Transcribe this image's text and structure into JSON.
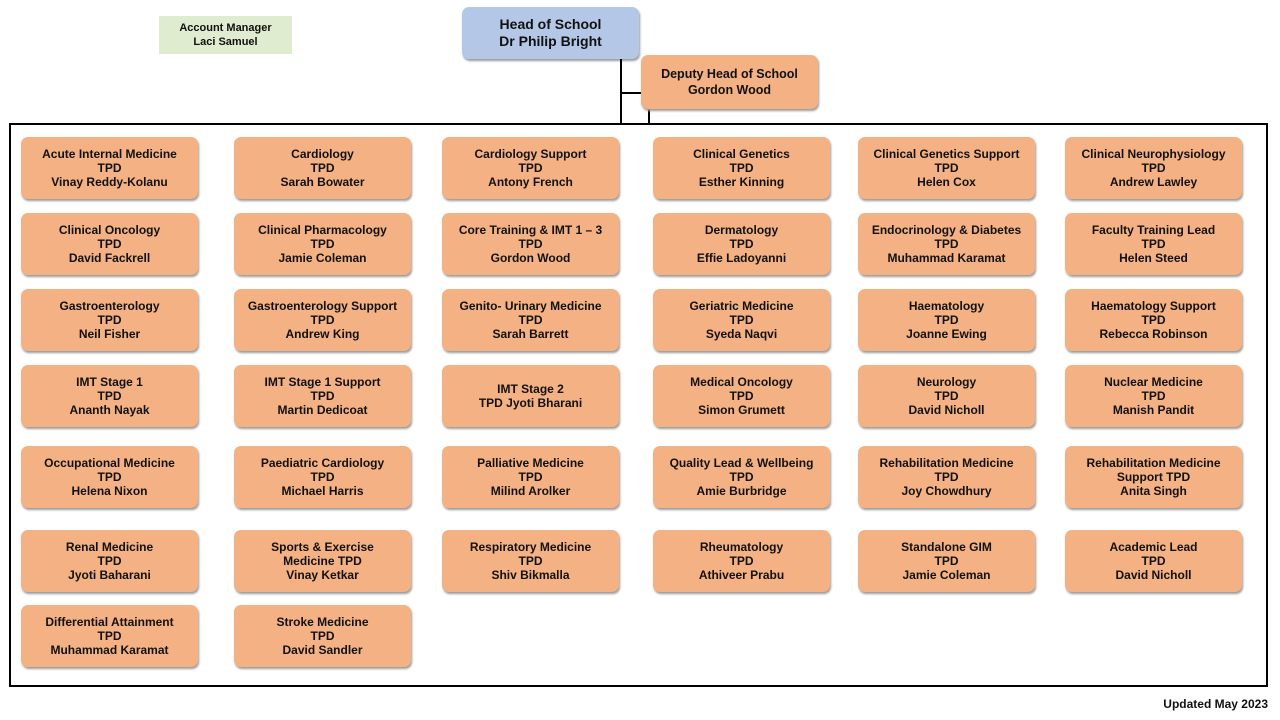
{
  "account_manager": {
    "line1": "Account Manager",
    "line2": "Laci Samuel"
  },
  "head": {
    "title": "Head of School",
    "name": "Dr Philip Bright"
  },
  "deputy": {
    "title": "Deputy Head of School",
    "name": "Gordon Wood"
  },
  "cards": [
    [
      "Acute Internal Medicine",
      "TPD",
      "Vinay Reddy-Kolanu"
    ],
    [
      "Cardiology",
      "TPD",
      "Sarah Bowater"
    ],
    [
      "Cardiology  Support",
      "TPD",
      "Antony  French"
    ],
    [
      "Clinical Genetics",
      "TPD",
      "Esther Kinning"
    ],
    [
      "Clinical Genetics Support",
      "TPD",
      "Helen Cox"
    ],
    [
      "Clinical Neurophysiology",
      "TPD",
      "Andrew Lawley"
    ],
    [
      "Clinical Oncology",
      "TPD",
      "David Fackrell"
    ],
    [
      "Clinical Pharmacology",
      "TPD",
      "Jamie Coleman"
    ],
    [
      "Core Training & IMT 1 – 3",
      "TPD",
      "Gordon  Wood"
    ],
    [
      "Dermatology",
      "TPD",
      "Effie Ladoyanni"
    ],
    [
      "Endocrinology  & Diabetes",
      "TPD",
      "Muhammad Karamat"
    ],
    [
      "Faculty Training Lead",
      "TPD",
      "Helen Steed"
    ],
    [
      "Gastroenterology",
      "TPD",
      "Neil Fisher"
    ],
    [
      "Gastroenterology Support",
      "TPD",
      "Andrew King"
    ],
    [
      "Genito- Urinary Medicine",
      "TPD",
      "Sarah Barrett"
    ],
    [
      "Geriatric Medicine",
      "TPD",
      "Syeda Naqvi"
    ],
    [
      "Haematology",
      "TPD",
      "Joanne Ewing"
    ],
    [
      "Haematology  Support",
      "TPD",
      "Rebecca Robinson"
    ],
    [
      "IMT Stage 1",
      "TPD",
      "Ananth  Nayak"
    ],
    [
      "IMT Stage 1 Support",
      "TPD",
      "Martin Dedicoat"
    ],
    [
      "IMT Stage 2",
      "TPD Jyoti Bharani"
    ],
    [
      "Medical Oncology",
      "TPD",
      "Simon Grumett"
    ],
    [
      "Neurology",
      "TPD",
      "David Nicholl"
    ],
    [
      "Nuclear Medicine",
      "TPD",
      "Manish Pandit"
    ],
    [
      "Occupational Medicine",
      "TPD",
      "Helena Nixon"
    ],
    [
      "Paediatric Cardiology",
      "TPD",
      "Michael Harris"
    ],
    [
      "Palliative Medicine",
      "TPD",
      "Milind Arolker"
    ],
    [
      "Quality Lead & Wellbeing",
      "TPD",
      "Amie Burbridge"
    ],
    [
      "Rehabilitation Medicine",
      "TPD",
      "Joy Chowdhury"
    ],
    [
      "Rehabilitation Medicine",
      "Support TPD",
      "Anita Singh"
    ],
    [
      "Renal Medicine",
      "TPD",
      "Jyoti Baharani"
    ],
    [
      "Sports & Exercise",
      "Medicine TPD",
      "Vinay Ketkar"
    ],
    [
      "Respiratory Medicine",
      "TPD",
      "Shiv  Bikmalla"
    ],
    [
      "Rheumatology",
      "TPD",
      "Athiveer Prabu"
    ],
    [
      "Standalone GIM",
      "TPD",
      "Jamie Coleman"
    ],
    [
      "Academic Lead",
      "TPD",
      "David Nicholl"
    ],
    [
      "Differential Attainment",
      "TPD",
      "Muhammad Karamat"
    ],
    [
      "Stroke Medicine",
      "TPD",
      "David  Sandler"
    ]
  ],
  "footer": {
    "updated": "Updated May 2023"
  }
}
